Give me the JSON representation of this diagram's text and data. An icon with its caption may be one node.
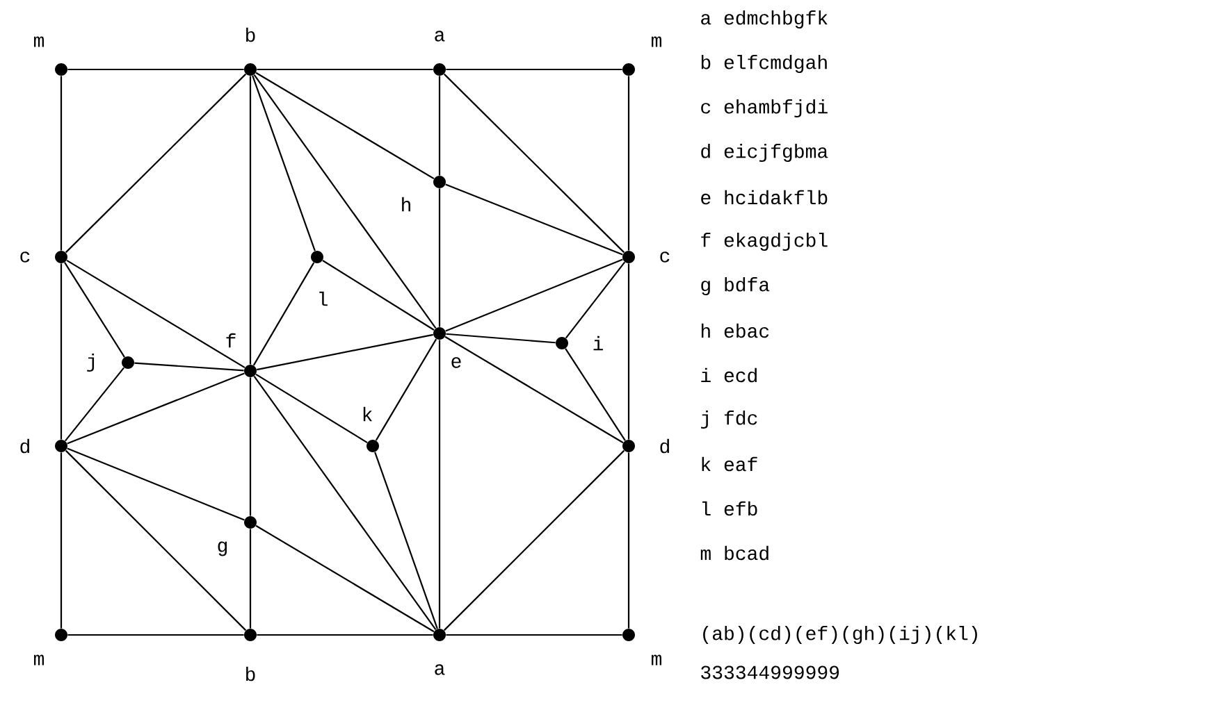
{
  "diagram": {
    "nodes": [
      {
        "text": [],
        "shape": "circle",
        "beside": [
          "m"
        ]
      },
      {
        "text": [],
        "shape": "circle",
        "beside": [
          "b"
        ]
      },
      {
        "text": [],
        "shape": "circle",
        "beside": [
          "a"
        ]
      },
      {
        "text": [],
        "shape": "circle",
        "beside": [
          "m"
        ]
      },
      {
        "text": [],
        "shape": "circle",
        "beside": [
          "h"
        ]
      },
      {
        "text": [],
        "shape": "circle",
        "beside": [
          "c"
        ]
      },
      {
        "text": [],
        "shape": "circle",
        "beside": [
          "l"
        ]
      },
      {
        "text": [],
        "shape": "circle",
        "beside": [
          "c"
        ]
      },
      {
        "text": [],
        "shape": "circle",
        "beside": [
          "e"
        ]
      },
      {
        "text": [],
        "shape": "circle",
        "beside": [
          "i"
        ]
      },
      {
        "text": [],
        "shape": "circle",
        "beside": [
          "j"
        ]
      },
      {
        "text": [],
        "shape": "circle",
        "beside": [
          "f"
        ]
      },
      {
        "text": [],
        "shape": "circle",
        "beside": [
          "k"
        ]
      },
      {
        "text": [],
        "shape": "circle",
        "beside": [
          "d"
        ]
      },
      {
        "text": [],
        "shape": "circle",
        "beside": [
          "d"
        ]
      },
      {
        "text": [],
        "shape": "circle",
        "beside": [
          "g"
        ]
      },
      {
        "text": [],
        "shape": "circle",
        "beside": [
          "m"
        ]
      },
      {
        "text": [],
        "shape": "circle",
        "beside": [
          "b"
        ]
      },
      {
        "text": [],
        "shape": "circle",
        "beside": [
          "a"
        ]
      },
      {
        "text": [],
        "shape": "circle",
        "beside": [
          "m"
        ]
      }
    ],
    "edges": [
      {
        "from": 0,
        "to": 1,
        "arrow": "none"
      },
      {
        "from": 1,
        "to": 2,
        "arrow": "none"
      },
      {
        "from": 2,
        "to": 3,
        "arrow": "none"
      },
      {
        "from": 0,
        "to": 5,
        "arrow": "none"
      },
      {
        "from": 5,
        "to": 13,
        "arrow": "none"
      },
      {
        "from": 13,
        "to": 16,
        "arrow": "none"
      },
      {
        "from": 3,
        "to": 7,
        "arrow": "none"
      },
      {
        "from": 7,
        "to": 14,
        "arrow": "none"
      },
      {
        "from": 14,
        "to": 19,
        "arrow": "none"
      },
      {
        "from": 16,
        "to": 17,
        "arrow": "none"
      },
      {
        "from": 17,
        "to": 18,
        "arrow": "none"
      },
      {
        "from": 18,
        "to": 19,
        "arrow": "none"
      },
      {
        "from": 1,
        "to": 5,
        "arrow": "none"
      },
      {
        "from": 1,
        "to": 11,
        "arrow": "none"
      },
      {
        "from": 1,
        "to": 6,
        "arrow": "none"
      },
      {
        "from": 1,
        "to": 8,
        "arrow": "none"
      },
      {
        "from": 1,
        "to": 4,
        "arrow": "none"
      },
      {
        "from": 2,
        "to": 4,
        "arrow": "none"
      },
      {
        "from": 2,
        "to": 7,
        "arrow": "none"
      },
      {
        "from": 4,
        "to": 8,
        "arrow": "none"
      },
      {
        "from": 4,
        "to": 7,
        "arrow": "none"
      },
      {
        "from": 5,
        "to": 11,
        "arrow": "none"
      },
      {
        "from": 5,
        "to": 10,
        "arrow": "none"
      },
      {
        "from": 6,
        "to": 11,
        "arrow": "none"
      },
      {
        "from": 6,
        "to": 8,
        "arrow": "none"
      },
      {
        "from": 8,
        "to": 7,
        "arrow": "none"
      },
      {
        "from": 8,
        "to": 9,
        "arrow": "none"
      },
      {
        "from": 8,
        "to": 11,
        "arrow": "none"
      },
      {
        "from": 8,
        "to": 12,
        "arrow": "none"
      },
      {
        "from": 8,
        "to": 14,
        "arrow": "none"
      },
      {
        "from": 8,
        "to": 18,
        "arrow": "none"
      },
      {
        "from": 9,
        "to": 7,
        "arrow": "none"
      },
      {
        "from": 9,
        "to": 14,
        "arrow": "none"
      },
      {
        "from": 10,
        "to": 11,
        "arrow": "none"
      },
      {
        "from": 10,
        "to": 13,
        "arrow": "none"
      },
      {
        "from": 11,
        "to": 13,
        "arrow": "none"
      },
      {
        "from": 11,
        "to": 12,
        "arrow": "none"
      },
      {
        "from": 11,
        "to": 18,
        "arrow": "none"
      },
      {
        "from": 11,
        "to": 15,
        "arrow": "none"
      },
      {
        "from": 12,
        "to": 18,
        "arrow": "none"
      },
      {
        "from": 13,
        "to": 15,
        "arrow": "none"
      },
      {
        "from": 13,
        "to": 17,
        "arrow": "none"
      },
      {
        "from": 15,
        "to": 17,
        "arrow": "none"
      },
      {
        "from": 15,
        "to": 18,
        "arrow": "none"
      },
      {
        "from": 14,
        "to": 18,
        "arrow": "none"
      }
    ],
    "labels": [
      "a edmchbgfk",
      "b elfcmdgah",
      "c ehambfjdi",
      "d eicjfgbma",
      "e hcidakflb",
      "f ekagdjcbl",
      "g bdfa",
      "h ebac",
      "i ecd",
      "j fdc",
      "k eaf",
      "l efb",
      "m bcad",
      "(ab)(cd)(ef)(gh)(ij)(kl)",
      "333344999999"
    ]
  }
}
